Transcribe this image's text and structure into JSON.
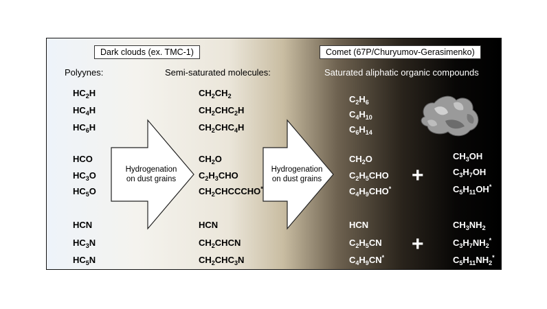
{
  "boxes": {
    "dark_clouds": "Dark clouds (ex. TMC-1)",
    "comet": "Comet (67P/Churyumov-Gerasimenko)"
  },
  "headers": {
    "polyynes": "Polyynes:",
    "semi": "Semi-saturated molecules:",
    "saturated": "Saturated aliphatic organic compounds"
  },
  "arrows": {
    "arrow1": [
      "Hydrogenation",
      "on dust grains"
    ],
    "arrow2": [
      "Hydrogenation",
      "on dust grains"
    ]
  },
  "plus_sign": "+",
  "molecules": {
    "col1": [
      [
        [
          "HC",
          ""
        ],
        [
          "2",
          "sub"
        ],
        [
          "H",
          ""
        ]
      ],
      [
        [
          "HC",
          ""
        ],
        [
          "4",
          "sub"
        ],
        [
          "H",
          ""
        ]
      ],
      [
        [
          "HC",
          ""
        ],
        [
          "6",
          "sub"
        ],
        [
          "H",
          ""
        ]
      ],
      [
        [
          "HCO",
          ""
        ]
      ],
      [
        [
          "HC",
          ""
        ],
        [
          "3",
          "sub"
        ],
        [
          "O",
          ""
        ]
      ],
      [
        [
          "HC",
          ""
        ],
        [
          "5",
          "sub"
        ],
        [
          "O",
          ""
        ]
      ],
      [
        [
          "HCN",
          ""
        ]
      ],
      [
        [
          "HC",
          ""
        ],
        [
          "3",
          "sub"
        ],
        [
          "N",
          ""
        ]
      ],
      [
        [
          "HC",
          ""
        ],
        [
          "5",
          "sub"
        ],
        [
          "N",
          ""
        ]
      ]
    ],
    "col2": [
      [
        [
          "CH",
          ""
        ],
        [
          "2",
          "sub"
        ],
        [
          "CH",
          ""
        ],
        [
          "2",
          "sub"
        ]
      ],
      [
        [
          "CH",
          ""
        ],
        [
          "2",
          "sub"
        ],
        [
          "CHC",
          ""
        ],
        [
          "2",
          "sub"
        ],
        [
          "H",
          ""
        ]
      ],
      [
        [
          "CH",
          ""
        ],
        [
          "2",
          "sub"
        ],
        [
          "CHC",
          ""
        ],
        [
          "4",
          "sub"
        ],
        [
          "H",
          ""
        ]
      ],
      [
        [
          "CH",
          ""
        ],
        [
          "2",
          "sub"
        ],
        [
          "O",
          ""
        ]
      ],
      [
        [
          "C",
          ""
        ],
        [
          "2",
          "sub"
        ],
        [
          "H",
          ""
        ],
        [
          "3",
          "sub"
        ],
        [
          "CHO",
          ""
        ]
      ],
      [
        [
          "CH",
          ""
        ],
        [
          "2",
          "sub"
        ],
        [
          "CHCCCHO",
          ""
        ],
        [
          "*",
          "sup"
        ]
      ],
      [
        [
          "HCN",
          ""
        ]
      ],
      [
        [
          "CH",
          ""
        ],
        [
          "2",
          "sub"
        ],
        [
          "CHCN",
          ""
        ]
      ],
      [
        [
          "CH",
          ""
        ],
        [
          "2",
          "sub"
        ],
        [
          "CHC",
          ""
        ],
        [
          "3",
          "sub"
        ],
        [
          "N",
          ""
        ]
      ]
    ],
    "col3": [
      [
        [
          "C",
          ""
        ],
        [
          "2",
          "sub"
        ],
        [
          "H",
          ""
        ],
        [
          "6",
          "sub"
        ]
      ],
      [
        [
          "C",
          ""
        ],
        [
          "4",
          "sub"
        ],
        [
          "H",
          ""
        ],
        [
          "10",
          "sub"
        ]
      ],
      [
        [
          "C",
          ""
        ],
        [
          "6",
          "sub"
        ],
        [
          "H",
          ""
        ],
        [
          "14",
          "sub"
        ]
      ],
      [
        [
          "CH",
          ""
        ],
        [
          "2",
          "sub"
        ],
        [
          "O",
          ""
        ]
      ],
      [
        [
          "C",
          ""
        ],
        [
          "2",
          "sub"
        ],
        [
          "H",
          ""
        ],
        [
          "5",
          "sub"
        ],
        [
          "CHO",
          ""
        ]
      ],
      [
        [
          "C",
          ""
        ],
        [
          "4",
          "sub"
        ],
        [
          "H",
          ""
        ],
        [
          "9",
          "sub"
        ],
        [
          "CHO",
          ""
        ],
        [
          "*",
          "sup"
        ]
      ],
      [
        [
          "HCN",
          ""
        ]
      ],
      [
        [
          "C",
          ""
        ],
        [
          "2",
          "sub"
        ],
        [
          "H",
          ""
        ],
        [
          "5",
          "sub"
        ],
        [
          "CN",
          ""
        ]
      ],
      [
        [
          "C",
          ""
        ],
        [
          "4",
          "sub"
        ],
        [
          "H",
          ""
        ],
        [
          "9",
          "sub"
        ],
        [
          "CN",
          ""
        ],
        [
          "*",
          "sup"
        ]
      ]
    ],
    "col4": [
      [
        [
          "CH",
          ""
        ],
        [
          "3",
          "sub"
        ],
        [
          "OH",
          ""
        ]
      ],
      [
        [
          "C",
          ""
        ],
        [
          "3",
          "sub"
        ],
        [
          "H",
          ""
        ],
        [
          "7",
          "sub"
        ],
        [
          "OH",
          ""
        ]
      ],
      [
        [
          "C",
          ""
        ],
        [
          "5",
          "sub"
        ],
        [
          "H",
          ""
        ],
        [
          "11",
          "sub"
        ],
        [
          "OH",
          ""
        ],
        [
          "*",
          "sup"
        ]
      ],
      [
        [
          "CH",
          ""
        ],
        [
          "3",
          "sub"
        ],
        [
          "NH",
          ""
        ],
        [
          "2",
          "sub"
        ]
      ],
      [
        [
          "C",
          ""
        ],
        [
          "3",
          "sub"
        ],
        [
          "H",
          ""
        ],
        [
          "7",
          "sub"
        ],
        [
          "NH",
          ""
        ],
        [
          "2",
          "sub"
        ],
        [
          "*",
          "sup"
        ]
      ],
      [
        [
          "C",
          ""
        ],
        [
          "5",
          "sub"
        ],
        [
          "H",
          ""
        ],
        [
          "11",
          "sub"
        ],
        [
          "NH",
          ""
        ],
        [
          "2",
          "sub"
        ],
        [
          "*",
          "sup"
        ]
      ]
    ]
  },
  "colors": {
    "dark_text": "#000000",
    "light_text": "#ffffff"
  },
  "icons": {
    "comet": "comet-image-icon"
  }
}
